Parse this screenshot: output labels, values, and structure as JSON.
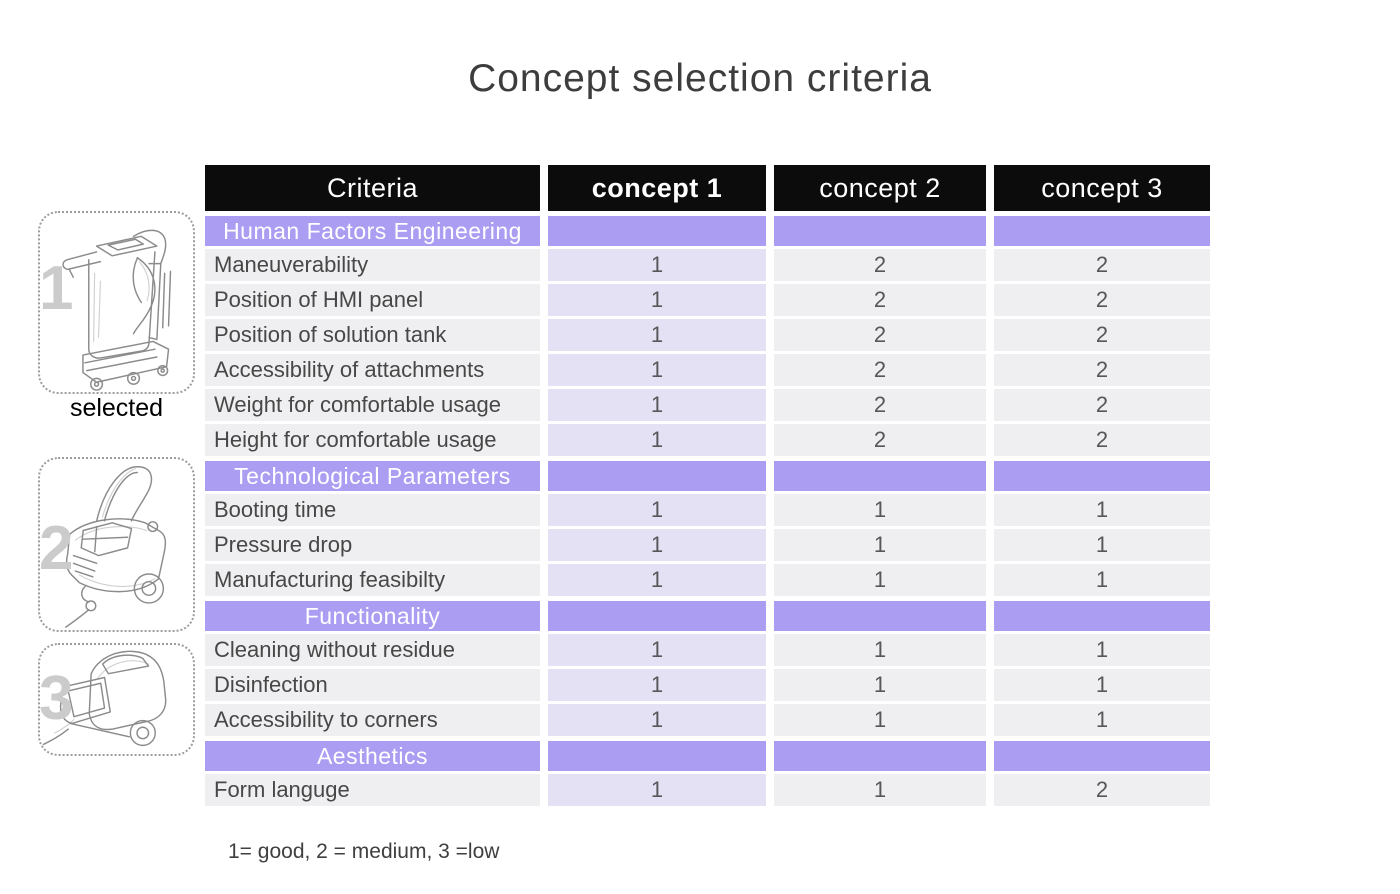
{
  "title": "Concept selection criteria",
  "legend": "1= good, 2 = medium, 3 =low",
  "colors": {
    "header_bg": "#0c0c0c",
    "header_text": "#ffffff",
    "section_bg": "#ab9df2",
    "section_text": "#ffffff",
    "cell_bg": "#efeff1",
    "concept1_cell_bg": "#e5e1f4",
    "label_text": "#474747",
    "value_text": "#57575a",
    "title_text": "#3d3d3d",
    "sketch_number_text": "#cbcbcb"
  },
  "sketches": [
    {
      "number": "1",
      "caption": "selected"
    },
    {
      "number": "2",
      "caption": ""
    },
    {
      "number": "3",
      "caption": ""
    }
  ],
  "table": {
    "columns": [
      "Criteria",
      "concept 1",
      "concept 2",
      "concept 3"
    ],
    "sections": [
      {
        "name": "Human Factors Engineering",
        "rows": [
          {
            "label": "Maneuverability",
            "values": [
              "1",
              "2",
              "2"
            ]
          },
          {
            "label": "Position of HMI panel",
            "values": [
              "1",
              "2",
              "2"
            ]
          },
          {
            "label": "Position of solution tank",
            "values": [
              "1",
              "2",
              "2"
            ]
          },
          {
            "label": "Accessibility of attachments",
            "values": [
              "1",
              "2",
              "2"
            ]
          },
          {
            "label": "Weight for comfortable usage",
            "values": [
              "1",
              "2",
              "2"
            ]
          },
          {
            "label": "Height for comfortable usage",
            "values": [
              "1",
              "2",
              "2"
            ]
          }
        ]
      },
      {
        "name": "Technological Parameters",
        "rows": [
          {
            "label": "Booting time",
            "values": [
              "1",
              "1",
              "1"
            ]
          },
          {
            "label": "Pressure drop",
            "values": [
              "1",
              "1",
              "1"
            ]
          },
          {
            "label": "Manufacturing feasibilty",
            "values": [
              "1",
              "1",
              "1"
            ]
          }
        ]
      },
      {
        "name": "Functionality",
        "rows": [
          {
            "label": "Cleaning without residue",
            "values": [
              "1",
              "1",
              "1"
            ]
          },
          {
            "label": "Disinfection",
            "values": [
              "1",
              "1",
              "1"
            ]
          },
          {
            "label": "Accessibility to corners",
            "values": [
              "1",
              "1",
              "1"
            ]
          }
        ]
      },
      {
        "name": "Aesthetics",
        "rows": [
          {
            "label": "Form languge",
            "values": [
              "1",
              "1",
              "2"
            ]
          }
        ]
      }
    ]
  }
}
